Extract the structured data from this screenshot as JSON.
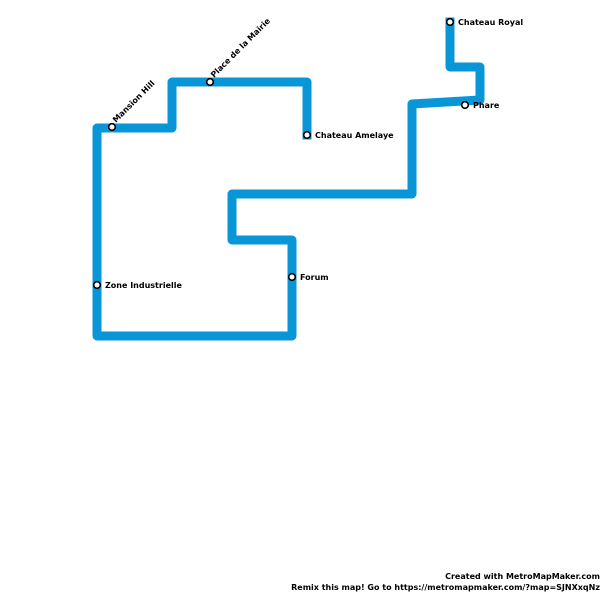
{
  "line": {
    "color": "#0896d7"
  },
  "stations": {
    "chateau_royal": "Chateau Royal",
    "phare": "Phare",
    "chateau_amelaye": "Chateau Amelaye",
    "place_de_la_mairie": "Place de la Mairie",
    "mansion_hill": "Mansion Hill",
    "zone_industrielle": "Zone Industrielle",
    "forum": "Forum"
  },
  "credit": {
    "line1": "Created with MetroMapMaker.com",
    "line2": "Remix this map! Go to https://metromapmaker.com/?map=SJNXxqNz"
  }
}
